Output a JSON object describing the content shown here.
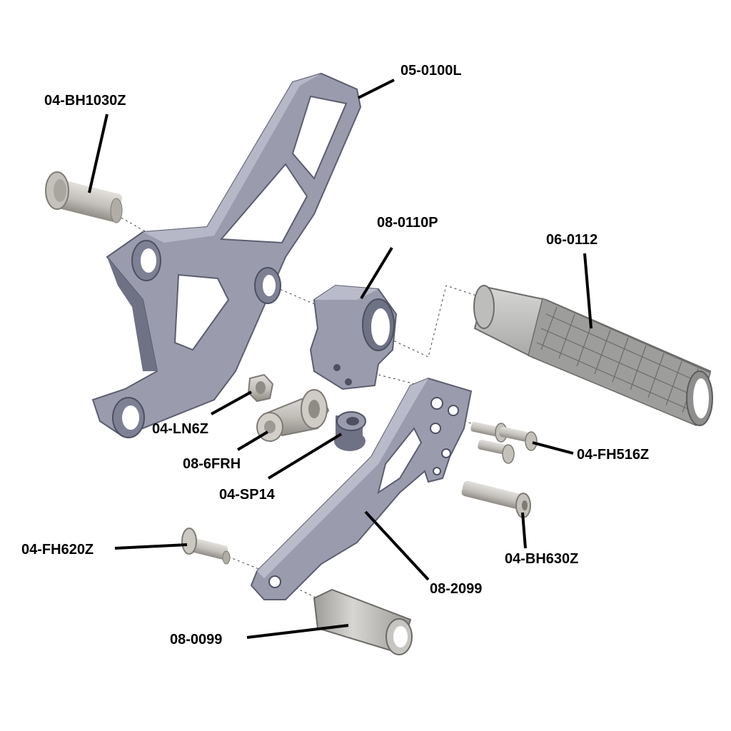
{
  "diagram": {
    "labels": {
      "bh1030z": "04-BH1030Z",
      "frame": "05-0100L",
      "clamp": "08-0110P",
      "peg": "06-0112",
      "nut": "04-LN6Z",
      "rod_end": "08-6FRH",
      "spacer": "04-SP14",
      "fh516z": "04-FH516Z",
      "fh620z": "04-FH620Z",
      "bh630z": "04-BH630Z",
      "lever": "08-2099",
      "sleeve": "08-0099"
    },
    "colors": {
      "frame": "#9a9cae",
      "frame_dark": "#6f7184",
      "frame_light": "#b9bbcb",
      "hardware": "#c9c6c0",
      "hardware_dark": "#8f8c86",
      "peg": "#b2b2b0",
      "peg_dark": "#7e7e7c"
    }
  }
}
